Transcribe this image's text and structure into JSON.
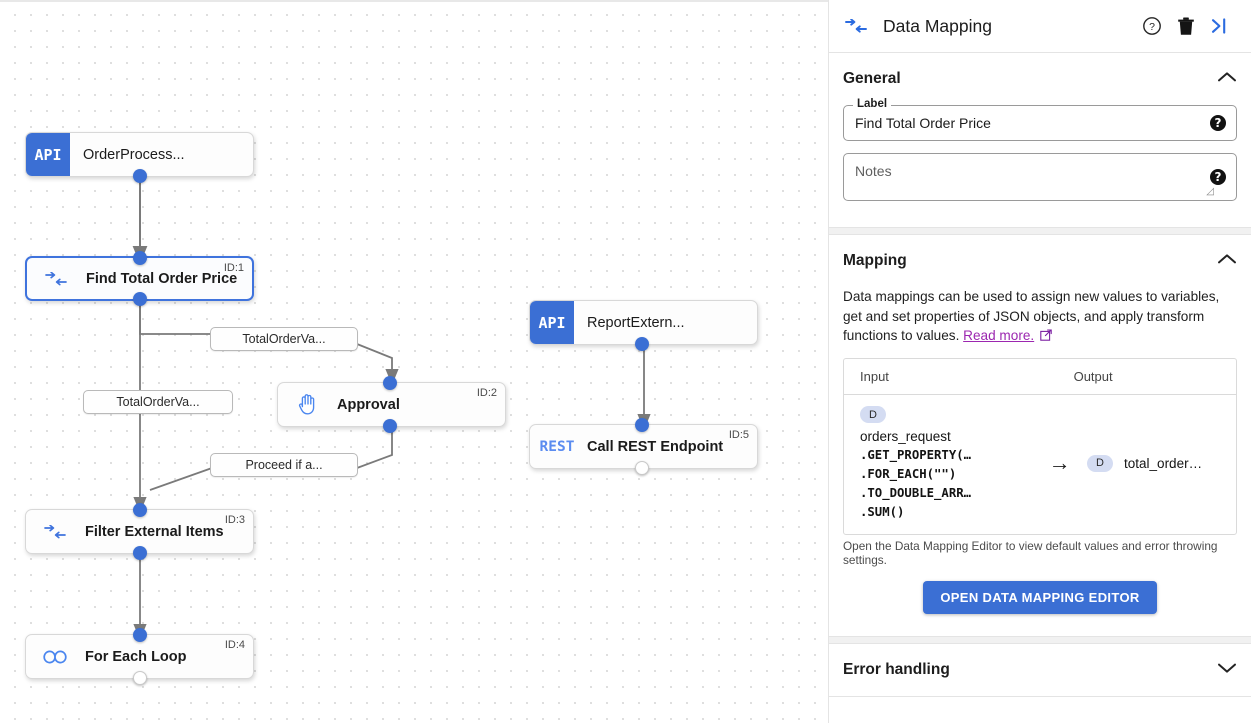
{
  "panel": {
    "header": {
      "icon": "data-mapping-icon",
      "title": "Data Mapping",
      "help_icon": "help-circle-icon",
      "delete_icon": "trash-icon",
      "collapse_icon": "collapse-panel-icon"
    },
    "general": {
      "title": "General",
      "chevron": "chevron-up-icon",
      "label_legend": "Label",
      "label_value": "Find Total Order Price",
      "notes_placeholder": "Notes",
      "help_glyph": "?"
    },
    "mapping": {
      "title": "Mapping",
      "chevron": "chevron-up-icon",
      "description_1": "Data mappings can be used to assign new values to variables, get and set properties of JSON objects, and apply transform functions to values. ",
      "read_more": "Read more.",
      "external_link_icon": "external-link-icon",
      "columns": {
        "input": "Input",
        "output": "Output"
      },
      "row": {
        "input_badge": "D",
        "input_var": "orders_request",
        "input_lines": [
          ".GET_PROPERTY(…",
          ".FOR_EACH(\"\")",
          ".TO_DOUBLE_ARR…",
          ".SUM()"
        ],
        "arrow": "→",
        "output_badge": "D",
        "output_var": "total_order…"
      },
      "hint": "Open the Data Mapping Editor to view default values and error throwing settings.",
      "button_label": "OPEN DATA MAPPING EDITOR"
    },
    "error_handling": {
      "title": "Error handling",
      "chevron": "chevron-down-icon"
    }
  },
  "canvas": {
    "nodes": [
      {
        "key": "order_process",
        "badge": "API",
        "title": "OrderProcess...",
        "id_label": ""
      },
      {
        "key": "find_total_order_price",
        "icon": "data-mapping-icon",
        "title": "Find Total Order Price",
        "id_label": "ID:1"
      },
      {
        "key": "approval",
        "icon": "hand-icon",
        "title": "Approval",
        "id_label": "ID:2"
      },
      {
        "key": "filter_external_items",
        "icon": "data-mapping-icon",
        "title": "Filter External Items",
        "id_label": "ID:3"
      },
      {
        "key": "for_each_loop",
        "icon": "infinity-icon",
        "title": "For Each Loop",
        "id_label": "ID:4"
      },
      {
        "key": "report_extern",
        "badge": "API",
        "title": "ReportExtern...",
        "id_label": ""
      },
      {
        "key": "call_rest_endpoint",
        "badge": "REST",
        "title": "Call REST Endpoint",
        "id_label": "ID:5"
      }
    ],
    "edge_labels": [
      {
        "key": "total_order_va_1",
        "text": "TotalOrderVa..."
      },
      {
        "key": "total_order_va_2",
        "text": "TotalOrderVa..."
      },
      {
        "key": "proceed_if_a",
        "text": "Proceed if a..."
      }
    ]
  },
  "colors": {
    "accent": "#3b6fd4",
    "link": "#9c27b0",
    "edge": "#7a7a7a",
    "badge_blue": "#3b6fd4"
  }
}
